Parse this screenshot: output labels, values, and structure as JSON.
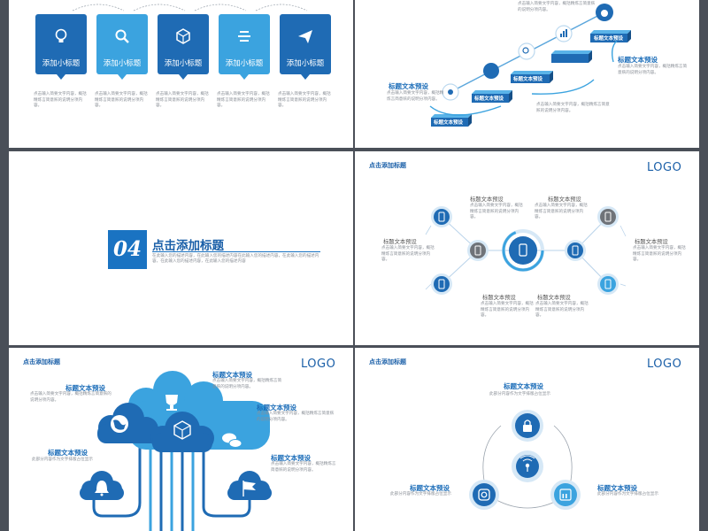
{
  "colors": {
    "dark_blue": "#1f6bb4",
    "light_blue": "#3ba3df",
    "gray": "#6f7379",
    "text_blue": "#1a5fa8",
    "background": "#4a4f58"
  },
  "slide1": {
    "cards": [
      {
        "label": "添加小标题",
        "icon": "bulb-icon",
        "style": "dark",
        "desc": "点击输入简要文字内容，概括精炼言简意赅的说明分项内容。"
      },
      {
        "label": "添加小标题",
        "icon": "search-icon",
        "style": "light",
        "desc": "点击输入简要文字内容，概括精炼言简意赅的说明分项内容。"
      },
      {
        "label": "添加小标题",
        "icon": "cube-icon",
        "style": "dark",
        "desc": "点击输入简要文字内容，概括精炼言简意赅的说明分项内容。"
      },
      {
        "label": "添加小标题",
        "icon": "list-icon",
        "style": "light",
        "desc": "点击输入简要文字内容，概括精炼言简意赅的说明分项内容。"
      },
      {
        "label": "添加小标题",
        "icon": "send-icon",
        "style": "dark",
        "desc": "点击输入简要文字内容，概括精炼言简意赅的说明分项内容。"
      }
    ]
  },
  "slide2": {
    "top_desc": "点击输入简要文字内容，概括精炼言简意赅的说明分项内容。",
    "title_right": "标题文本预设",
    "desc_right": "点击输入简要文字内容，概括精炼言简意赅的说明分项内容。",
    "title_left": "标题文本预设",
    "desc_left": "点击输入简要文字内容，概括精炼言简意赅的说明分项内容。",
    "desc_bottom": "点击输入简要文字内容，概括精炼言简意赅的说明分项内容。",
    "box_labels": [
      "标题文本预设",
      "标题文本预设",
      "标题文本预设",
      "标题文本预设"
    ]
  },
  "slide3": {
    "number": "04",
    "title": "点击添加标题",
    "desc": "在此输入您的描述内容，在此输入您的描述内容在此输入您的描述内容，在此输入您的描述内容，在此输入您的描述内容，在此输入您的描述内容"
  },
  "slide4": {
    "header": "点击添加标题",
    "logo": "LOGO",
    "items": [
      {
        "title": "标题文本预设",
        "desc": "点击输入简要文字内容，概括精炼言简意赅的说明分项内容。"
      },
      {
        "title": "标题文本预设",
        "desc": "点击输入简要文字内容，概括精炼言简意赅的说明分项内容。"
      },
      {
        "title": "标题文本预设",
        "desc": "点击输入简要文字内容，概括精炼言简意赅的说明分项内容。"
      },
      {
        "title": "标题文本预设",
        "desc": "点击输入简要文字内容，概括精炼言简意赅的说明分项内容。"
      },
      {
        "title": "标题文本预设",
        "desc": "点击输入简要文字内容，概括精炼言简意赅的说明分项内容。"
      },
      {
        "title": "标题文本预设",
        "desc": "点击输入简要文字内容，概括精炼言简意赅的说明分项内容。"
      }
    ]
  },
  "slide5": {
    "header": "点击添加标题",
    "logo": "LOGO",
    "items": [
      {
        "title": "标题文本预设",
        "desc": "点击输入简要文字内容，概括精炼言简意赅的说明分项内容。"
      },
      {
        "title": "标题文本预设",
        "desc": "点击输入简要文字内容，概括精炼言简意赅的说明分项内容。"
      },
      {
        "title": "标题文本预设",
        "desc": "点击输入简要文字内容，概括精炼言简意赅的说明分项内容。"
      },
      {
        "title": "标题文本预设",
        "desc": "此部分内容作为文字排版占位显示"
      },
      {
        "title": "标题文本预设",
        "desc": "点击输入简要文字内容，概括精炼言简意赅的说明分项内容。"
      }
    ]
  },
  "slide6": {
    "header": "点击添加标题",
    "logo": "LOGO",
    "top_title": "标题文本预设",
    "top_desc": "此部分内容作为文字排版占位显示",
    "left_title": "标题文本预设",
    "left_desc": "此部分内容作为文字排版占位显示",
    "right_title": "标题文本预设",
    "right_desc": "此部分内容作为文字排版占位显示"
  }
}
